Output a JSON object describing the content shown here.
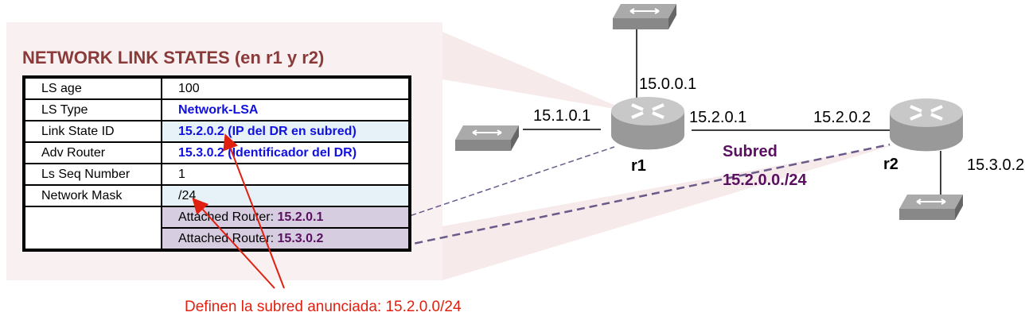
{
  "title": "NETWORK LINK STATES (en r1 y r2)",
  "table": {
    "rows": [
      {
        "key": "LS age",
        "value": "100"
      },
      {
        "key": "LS Type",
        "value": "Network-LSA"
      },
      {
        "key": "Link State ID",
        "value": "15.2.0.2 (IP del DR en subred)"
      },
      {
        "key": "Adv Router",
        "value": "15.3.0.2 (Identificador del DR)"
      },
      {
        "key": "Ls Seq Number",
        "value": "1"
      },
      {
        "key": "Network Mask",
        "value": "/24"
      }
    ],
    "attached": [
      {
        "label": "Attached Router: ",
        "ip": "15.2.0.1"
      },
      {
        "label": "Attached Router: ",
        "ip": "15.3.0.2"
      }
    ]
  },
  "diagram": {
    "r1": "r1",
    "r2": "r2",
    "r1_top_ip": "15.0.0.1",
    "r1_left_ip": "15.1.0.1",
    "r1_right_ip": "15.2.0.1",
    "r2_left_ip": "15.2.0.2",
    "r2_bottom_ip": "15.3.0.2",
    "subnet_label": "Subred",
    "subnet_prefix": "15.2.0.0./24"
  },
  "annotation": "Definen la subred anunciada: 15.2.0.0/24",
  "colors": {
    "title": "#8b3a3a",
    "blue": "#1010e0",
    "purple": "#5a1060",
    "red": "#e02010"
  }
}
